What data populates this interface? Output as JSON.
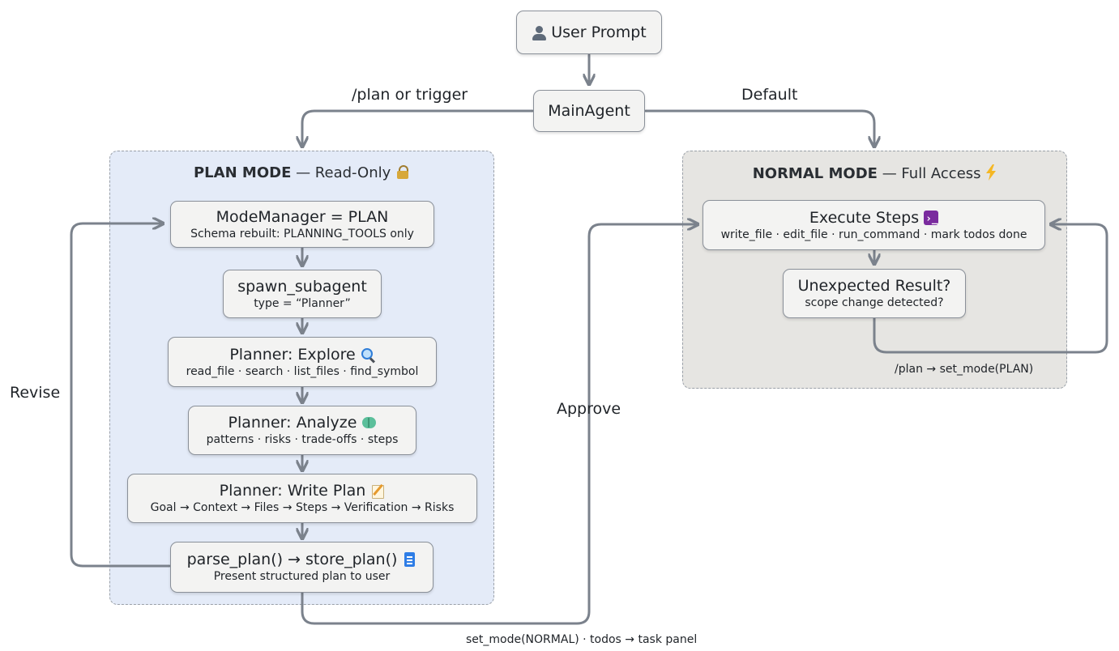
{
  "nodes": {
    "user_prompt": {
      "title": "User Prompt"
    },
    "main_agent": {
      "title": "MainAgent"
    },
    "mode_manager": {
      "title": "ModeManager = PLAN",
      "subtitle": "Schema rebuilt: PLANNING_TOOLS only"
    },
    "spawn_subagent": {
      "title": "spawn_subagent",
      "subtitle": "type = “Planner”"
    },
    "planner_explore": {
      "title": "Planner: Explore",
      "subtitle": "read_file · search · list_files · find_symbol"
    },
    "planner_analyze": {
      "title": "Planner: Analyze",
      "subtitle": "patterns · risks · trade-offs · steps"
    },
    "planner_write": {
      "title": "Planner: Write Plan",
      "subtitle": "Goal → Context → Files → Steps → Verification → Risks"
    },
    "parse_plan": {
      "title": "parse_plan() → store_plan()",
      "subtitle": "Present structured plan to user"
    },
    "execute_steps": {
      "title": "Execute Steps",
      "subtitle": "write_file · edit_file · run_command · mark todos done"
    },
    "unexpected_result": {
      "title": "Unexpected Result?",
      "subtitle": "scope change detected?"
    }
  },
  "regions": {
    "plan_mode": {
      "name": "PLAN MODE",
      "rest": " — Read-Only"
    },
    "normal_mode": {
      "name": "NORMAL MODE",
      "rest": " — Full Access"
    }
  },
  "edge_labels": {
    "plan_trigger": "/plan or trigger",
    "default": "Default",
    "revise": "Revise",
    "approve": "Approve",
    "set_mode_plan": "/plan → set_mode(PLAN)",
    "set_mode_normal": "set_mode(NORMAL) · todos → task panel"
  },
  "colors": {
    "plan_region_fill": "#e4ebf8",
    "normal_region_fill": "#e6e5e2",
    "connector": "#7b828c",
    "node_fill": "#f3f3f2"
  }
}
